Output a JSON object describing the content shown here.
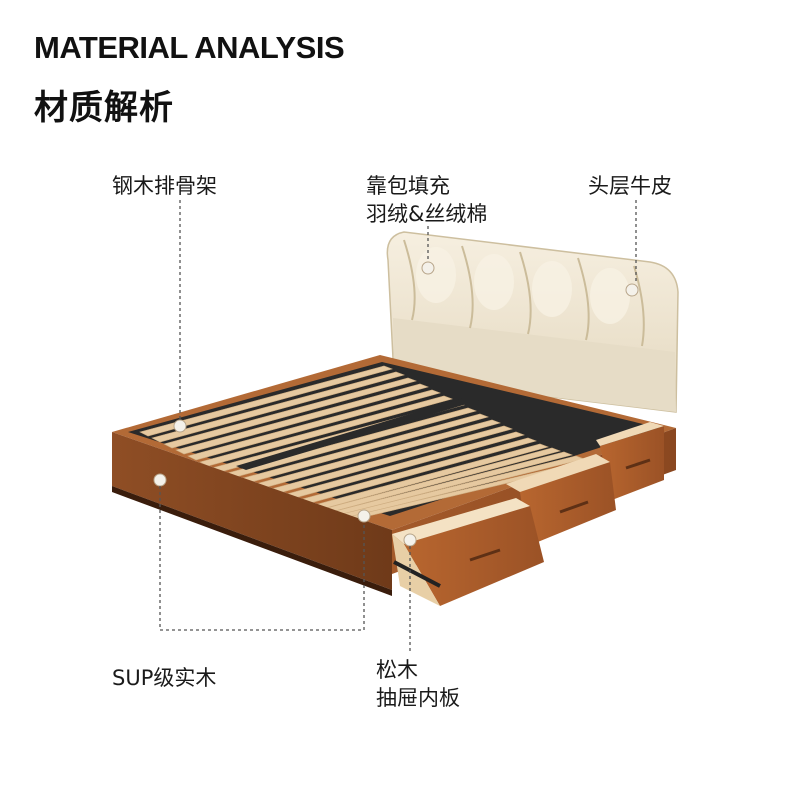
{
  "header": {
    "title_en": "MATERIAL ANALYSIS",
    "title_zh": "材质解析"
  },
  "callouts": {
    "slats": {
      "line1": "钢木排骨架"
    },
    "filling": {
      "line1": "靠包填充",
      "line2": "羽绒&丝绒棉"
    },
    "leather": {
      "line1": "头层牛皮"
    },
    "solid_wood": {
      "line1": "SUP级实木"
    },
    "drawer_board": {
      "line1": "松木",
      "line2": "抽屉内板"
    }
  },
  "colors": {
    "wood_frame": "#8a4a22",
    "wood_frame_dark": "#5e3015",
    "slat_wood": "#e6c9a0",
    "steel_frame": "#2a2a2a",
    "headboard_leather": "#efe6d3",
    "dashed_leader": "#555555"
  }
}
